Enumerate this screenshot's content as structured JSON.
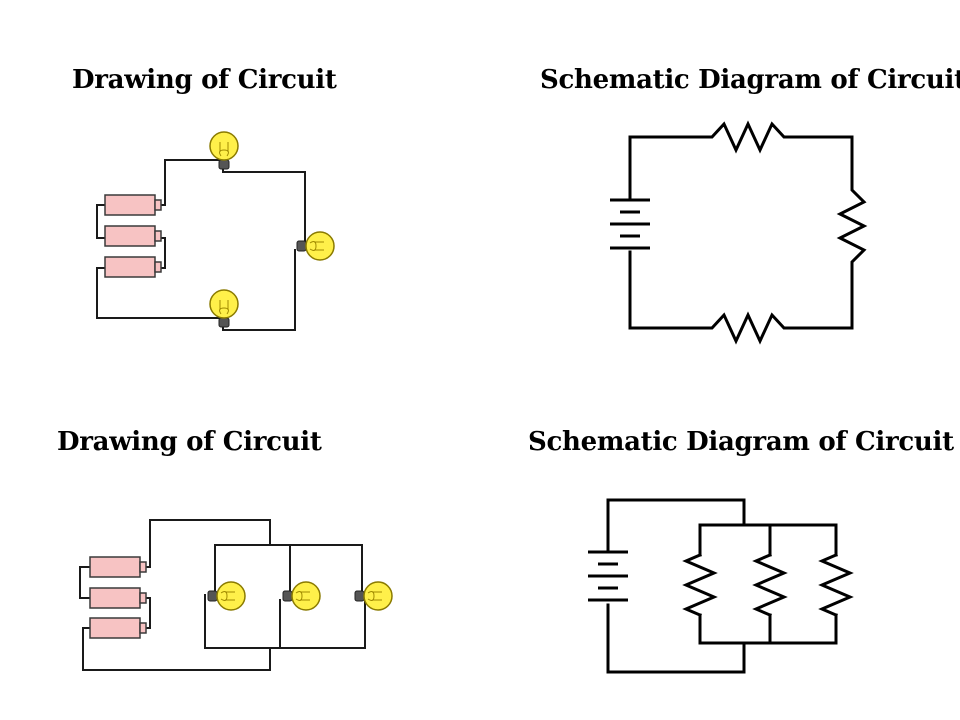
{
  "panels": [
    {
      "title": "Drawing of Circuit"
    },
    {
      "title": "Schematic Diagram of Circuit"
    },
    {
      "title": "Drawing of Circuit"
    },
    {
      "title": "Schematic Diagram of Circuit"
    }
  ],
  "colors": {
    "background": "#ffffff",
    "wire": "#1a1a1a",
    "battery_fill": "#f7c3c3",
    "battery_outline": "#3a3a3a",
    "bulb_glass": "#fff04a",
    "bulb_outline": "#8a7a00",
    "bulb_base": "#555555",
    "schematic_line": "#000000"
  },
  "icons": {
    "bulb": "light-bulb-icon",
    "battery": "battery-cell-icon",
    "resistor": "resistor-symbol",
    "schematic_battery": "battery-symbol"
  }
}
